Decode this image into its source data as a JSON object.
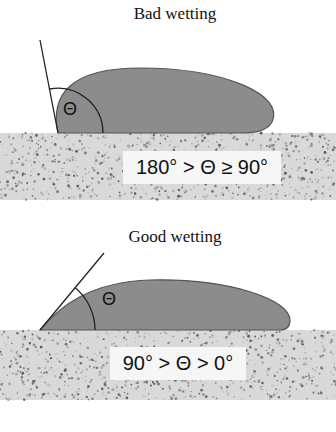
{
  "diagram": {
    "nodes": [
      {
        "text": [
          "180° > Θ ≥ 90°"
        ]
      },
      {
        "text": [
          "90° > Θ > 0°"
        ]
      }
    ],
    "labels": [
      "Bad wetting",
      "Θ",
      "Good wetting",
      "Θ"
    ]
  }
}
